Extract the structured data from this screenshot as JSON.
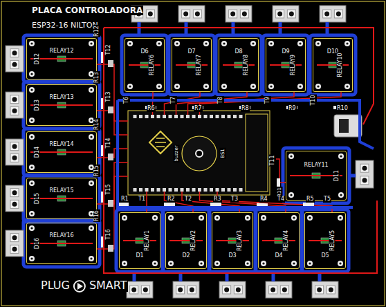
{
  "diagram": {
    "title": "PLACA CONTROLADORA",
    "nodes": [
      {
        "text": [
          "D6",
          "RELAY6"
        ]
      },
      {
        "text": [
          "D7",
          "RELAY7"
        ]
      },
      {
        "text": [
          "D8",
          "RELAY8"
        ]
      },
      {
        "text": [
          "D9",
          "RELAY9"
        ]
      },
      {
        "text": [
          "D10",
          "RELAY10"
        ]
      },
      {
        "text": [
          "D12",
          "RELAY12"
        ]
      },
      {
        "text": [
          "D13",
          "RELAY13"
        ]
      },
      {
        "text": [
          "D14",
          "RELAY14"
        ]
      },
      {
        "text": [
          "D15",
          "RELAY15"
        ]
      },
      {
        "text": [
          "D16",
          "RELAY16"
        ]
      },
      {
        "text": [
          "D11",
          "RELAY11"
        ]
      },
      {
        "text": [
          "D1",
          "RELAY1"
        ]
      },
      {
        "text": [
          "D2",
          "RELAY2"
        ]
      },
      {
        "text": [
          "D3",
          "RELAY3"
        ]
      },
      {
        "text": [
          "D4",
          "RELAY4"
        ]
      },
      {
        "text": [
          "D5",
          "RELAY5"
        ]
      }
    ],
    "labels": [
      "ESP32-16 NILTON",
      "T6",
      "R6",
      "T7",
      "R7",
      "T8",
      "R8",
      "T9",
      "R9",
      "T10",
      "R10",
      "R12",
      "T12",
      "R13",
      "T13",
      "R14",
      "T14",
      "R15",
      "T15",
      "R16",
      "T16",
      "T11",
      "R11",
      "R1",
      "T1",
      "R2",
      "T2",
      "R3",
      "T3",
      "R4",
      "T4",
      "R5",
      "T5",
      "buzzer",
      "BS1",
      "PLUG",
      "SMART"
    ]
  }
}
